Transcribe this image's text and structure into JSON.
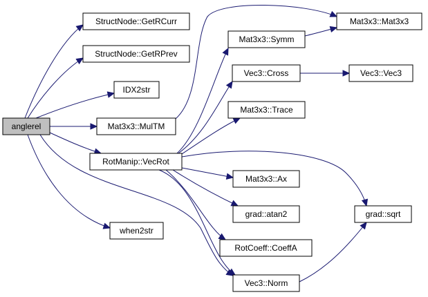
{
  "graph": {
    "root": "anglerel",
    "nodes": [
      {
        "id": "anglerel",
        "label": "anglerel",
        "root": true
      },
      {
        "id": "getrcurr",
        "label": "StructNode::GetRCurr"
      },
      {
        "id": "getrprev",
        "label": "StructNode::GetRPrev"
      },
      {
        "id": "idx2str",
        "label": "IDX2str"
      },
      {
        "id": "multm",
        "label": "Mat3x3::MulTM"
      },
      {
        "id": "vecrot",
        "label": "RotManip::VecRot"
      },
      {
        "id": "when2str",
        "label": "when2str"
      },
      {
        "id": "symm",
        "label": "Mat3x3::Symm"
      },
      {
        "id": "cross",
        "label": "Vec3::Cross"
      },
      {
        "id": "trace",
        "label": "Mat3x3::Trace"
      },
      {
        "id": "ax",
        "label": "Mat3x3::Ax"
      },
      {
        "id": "atan2",
        "label": "grad::atan2"
      },
      {
        "id": "coeffa",
        "label": "RotCoeff::CoeffA"
      },
      {
        "id": "norm",
        "label": "Vec3::Norm"
      },
      {
        "id": "mat3x3",
        "label": "Mat3x3::Mat3x3"
      },
      {
        "id": "vec3",
        "label": "Vec3::Vec3"
      },
      {
        "id": "sqrt",
        "label": "grad::sqrt"
      }
    ],
    "edges": [
      {
        "from": "anglerel",
        "to": "getrcurr"
      },
      {
        "from": "anglerel",
        "to": "getrprev"
      },
      {
        "from": "anglerel",
        "to": "idx2str"
      },
      {
        "from": "anglerel",
        "to": "multm"
      },
      {
        "from": "anglerel",
        "to": "vecrot"
      },
      {
        "from": "anglerel",
        "to": "when2str"
      },
      {
        "from": "anglerel",
        "to": "norm"
      },
      {
        "from": "multm",
        "to": "mat3x3"
      },
      {
        "from": "vecrot",
        "to": "symm"
      },
      {
        "from": "vecrot",
        "to": "cross"
      },
      {
        "from": "vecrot",
        "to": "trace"
      },
      {
        "from": "vecrot",
        "to": "ax"
      },
      {
        "from": "vecrot",
        "to": "atan2"
      },
      {
        "from": "vecrot",
        "to": "coeffa"
      },
      {
        "from": "vecrot",
        "to": "norm"
      },
      {
        "from": "vecrot",
        "to": "sqrt"
      },
      {
        "from": "symm",
        "to": "mat3x3"
      },
      {
        "from": "cross",
        "to": "vec3"
      },
      {
        "from": "norm",
        "to": "sqrt"
      }
    ],
    "colors": {
      "edge": "#191970",
      "node_border": "#000000",
      "node_fill": "#ffffff",
      "root_fill": "#bfbfbf"
    }
  }
}
